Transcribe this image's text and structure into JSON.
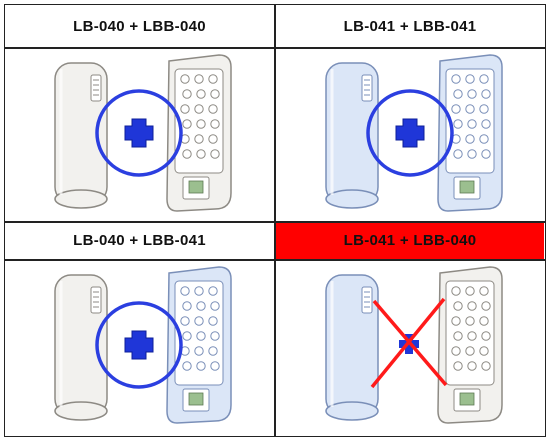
{
  "combos": [
    {
      "label": "LB-040  +  LBB-040",
      "status": "ok",
      "lb_variant": "040",
      "lbb_variant": "040",
      "mark": "plus-in-circle"
    },
    {
      "label": "LB-041  +  LBB-041",
      "status": "ok",
      "lb_variant": "041",
      "lbb_variant": "041",
      "mark": "plus-in-circle"
    },
    {
      "label": "LB-040  +  LBB-041",
      "status": "ok",
      "lb_variant": "040",
      "lbb_variant": "041",
      "mark": "plus-in-circle"
    },
    {
      "label": "LB-041  +  LBB-040",
      "status": "incompatible",
      "lb_variant": "041",
      "lbb_variant": "040",
      "mark": "cross-out"
    }
  ],
  "colors": {
    "variant_040_fill": "#f2f1ee",
    "variant_041_fill": "#dbe6f7",
    "circle": "#2b3fe0",
    "plus": "#1f36d8",
    "cross": "#ff1a1a",
    "incompatible_header": "#ff0000"
  }
}
